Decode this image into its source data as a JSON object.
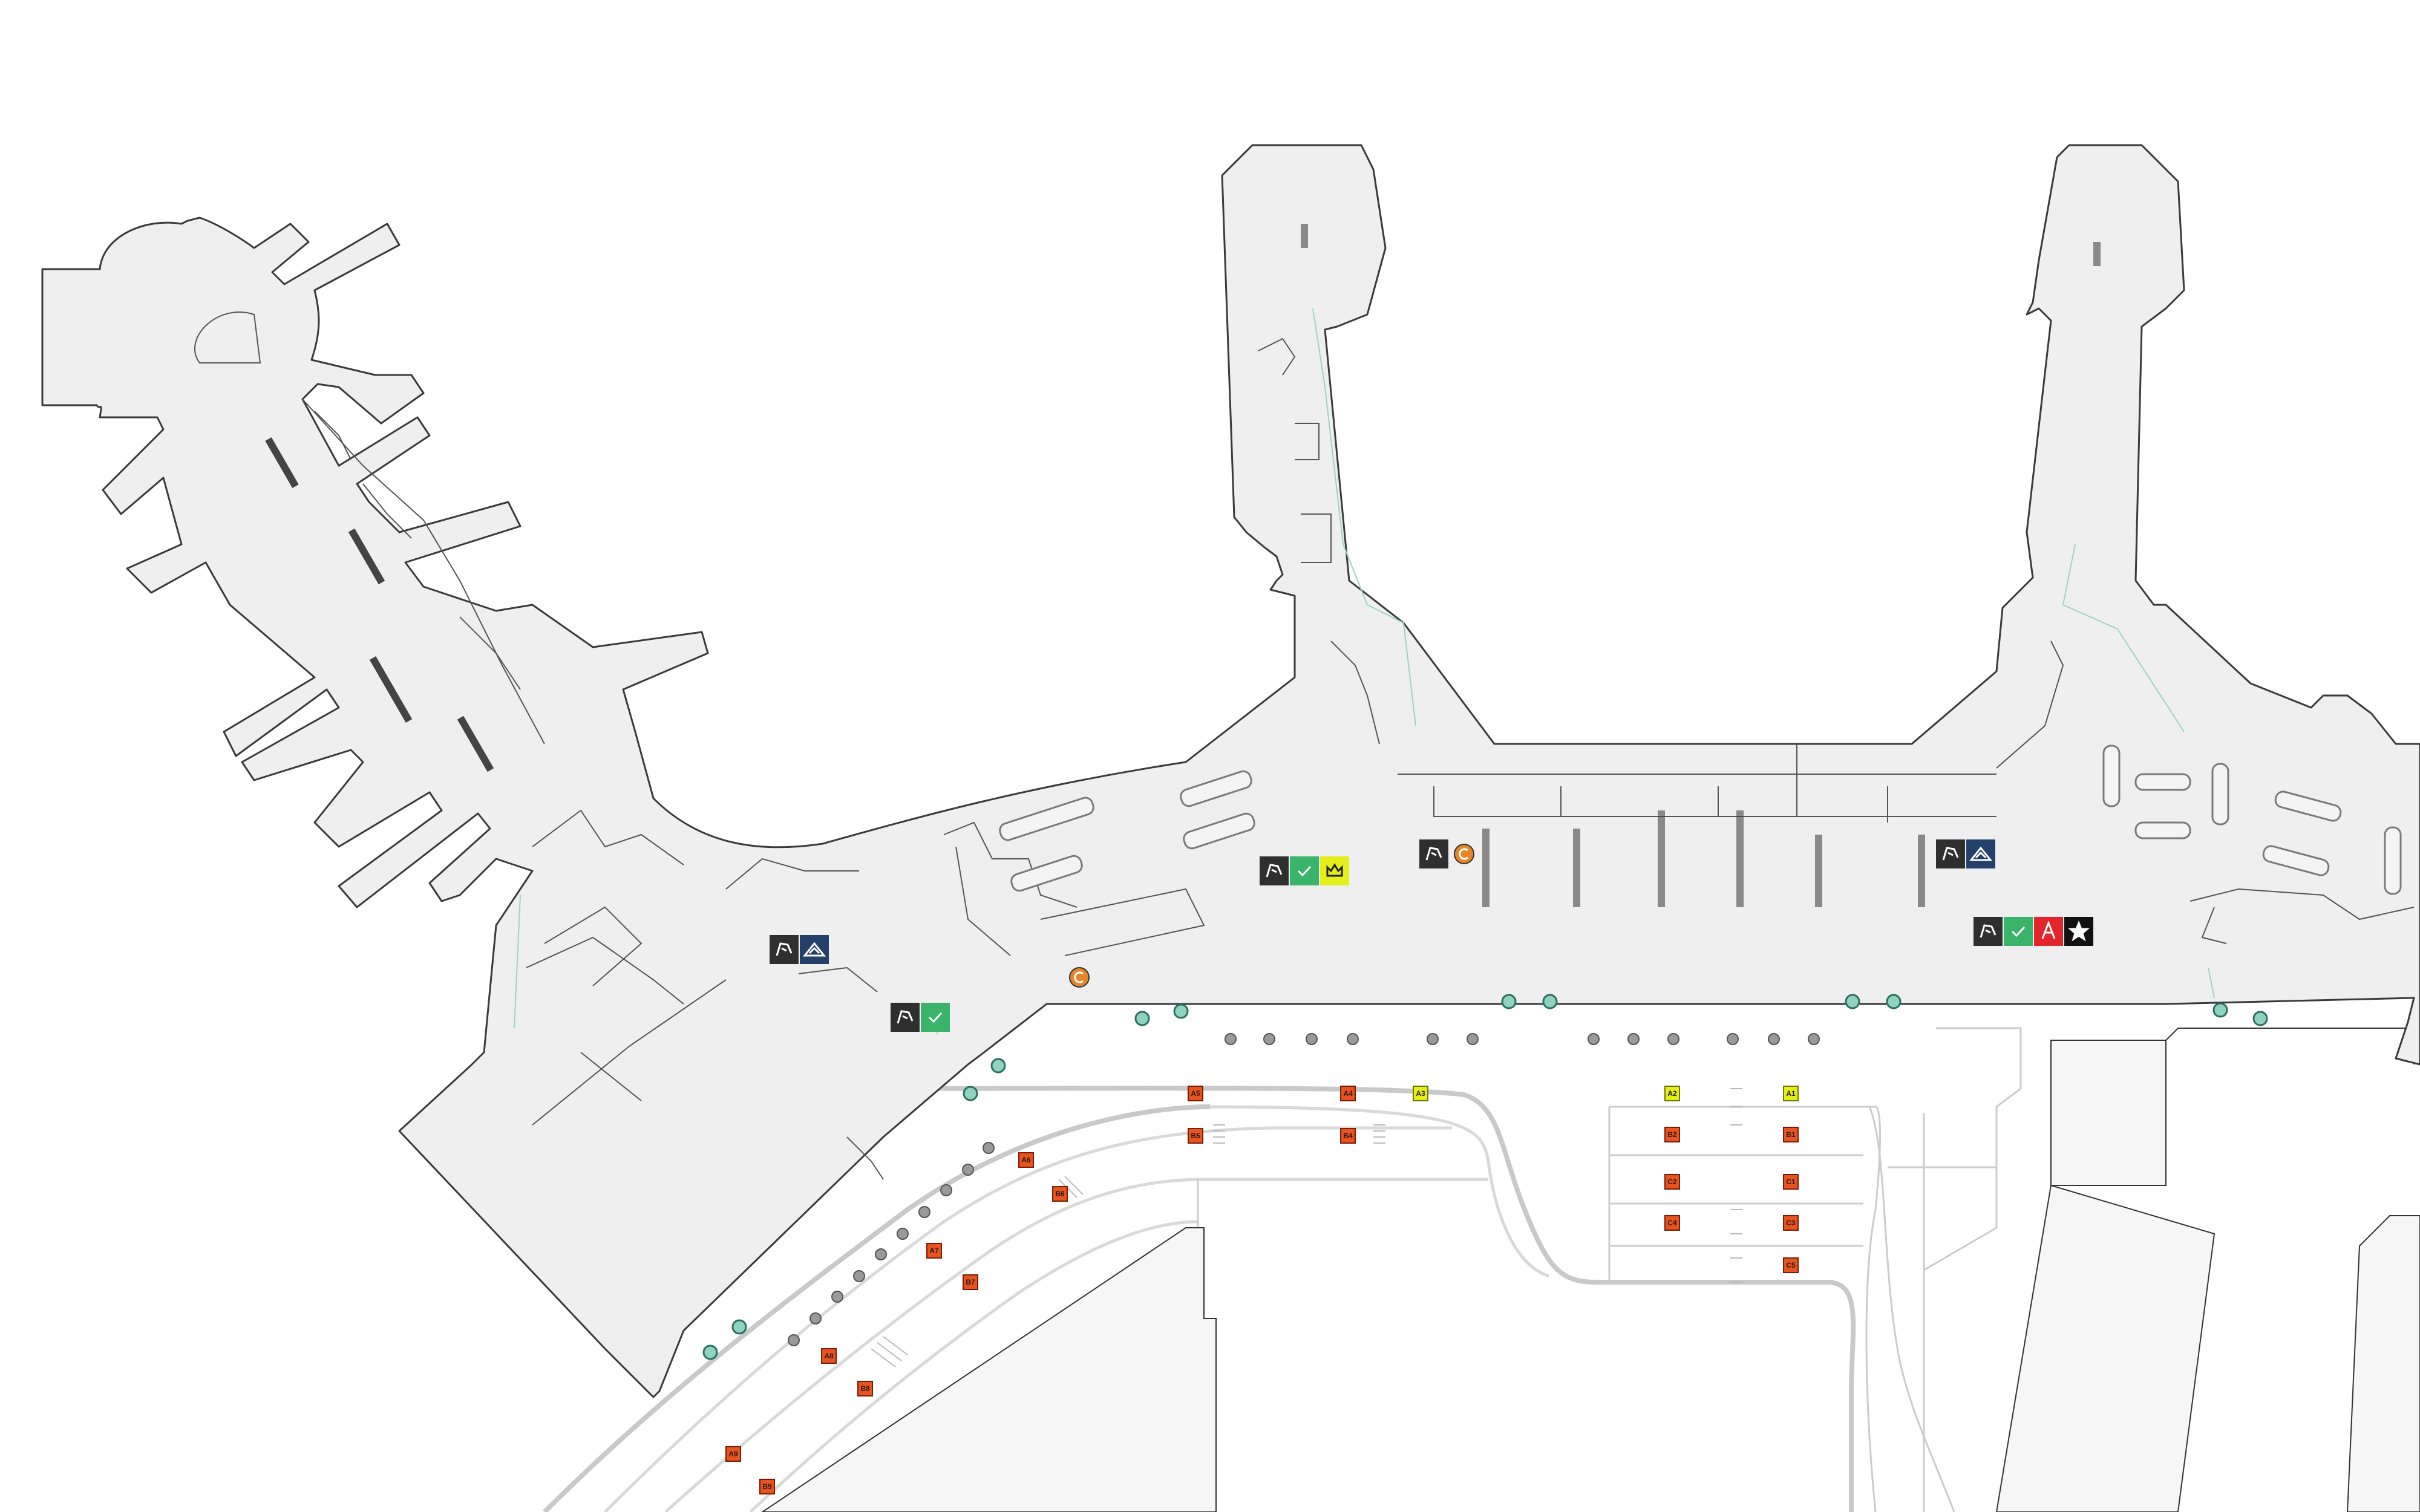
{
  "zone_tags_red": [
    "A5",
    "A4",
    "A6",
    "B6",
    "A7",
    "B7",
    "A8",
    "B8",
    "A9",
    "B9",
    "B5",
    "B4",
    "B2",
    "B1",
    "C2",
    "C1",
    "C4",
    "C3",
    "C5"
  ],
  "zone_tags_yellow": [
    "A3",
    "A2",
    "A1"
  ],
  "colors": {
    "floor": "#efefef",
    "outline": "#3a3a3a",
    "tag_red": "#e8541f",
    "tag_yellow": "#e3ee1a",
    "icon_dark": "#2f2f2f",
    "icon_navy": "#23406b",
    "icon_green": "#3ab36b",
    "icon_orange": "#e6862a",
    "icon_red": "#e3262b",
    "doors": "#8fd2bf"
  },
  "icon_groups": [
    {
      "icons": [
        "gallery-icon",
        "mountain-icon"
      ]
    },
    {
      "icons": [
        "gallery-icon",
        "checkmark-icon"
      ]
    },
    {
      "icons": [
        "currency-icon"
      ]
    },
    {
      "icons": [
        "gallery-icon",
        "checkmark-icon",
        "crown-icon"
      ]
    },
    {
      "icons": [
        "gallery-icon",
        "currency-icon"
      ]
    },
    {
      "icons": [
        "gallery-icon",
        "mountain-icon"
      ]
    },
    {
      "icons": [
        "gallery-icon",
        "checkmark-icon",
        "a-letter-icon",
        "star-icon"
      ]
    }
  ]
}
